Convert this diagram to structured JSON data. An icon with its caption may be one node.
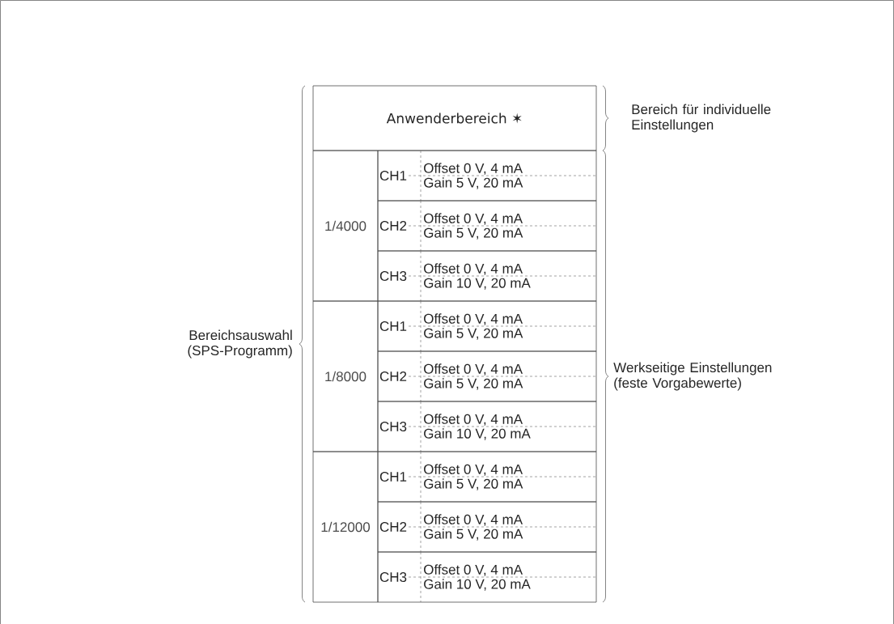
{
  "diagram": {
    "nodes": [
      {
        "text": [
          "Anwenderbereich ✶"
        ]
      },
      {
        "text": [
          "1/4000"
        ]
      },
      {
        "text": [
          "CH1",
          "Offset 0 V, 4 mA",
          "Gain 5 V, 20 mA"
        ]
      },
      {
        "text": [
          "CH2",
          "Offset 0 V, 4 mA",
          "Gain 5 V, 20 mA"
        ]
      },
      {
        "text": [
          "CH3",
          "Offset 0 V, 4 mA",
          "Gain 10 V, 20 mA"
        ]
      },
      {
        "text": [
          "1/8000"
        ]
      },
      {
        "text": [
          "CH1",
          "Offset 0 V, 4 mA",
          "Gain 5 V, 20 mA"
        ]
      },
      {
        "text": [
          "CH2",
          "Offset 0 V, 4 mA",
          "Gain 5 V, 20 mA"
        ]
      },
      {
        "text": [
          "CH3",
          "Offset 0 V, 4 mA",
          "Gain 10 V, 20 mA"
        ]
      },
      {
        "text": [
          "1/12000"
        ]
      },
      {
        "text": [
          "CH1",
          "Offset 0 V, 4 mA",
          "Gain 5 V, 20 mA"
        ]
      },
      {
        "text": [
          "CH2",
          "Offset 0 V, 4 mA",
          "Gain 5 V, 20 mA"
        ]
      },
      {
        "text": [
          "CH3",
          "Offset 0 V, 4 mA",
          "Gain 10 V, 20 mA"
        ]
      }
    ],
    "labels": [
      "Bereich für individuelle Einstellungen",
      "Bereichsauswahl (SPS-Programm)",
      "Werkseitige Einstellungen (feste Vorgabewerte)"
    ]
  }
}
